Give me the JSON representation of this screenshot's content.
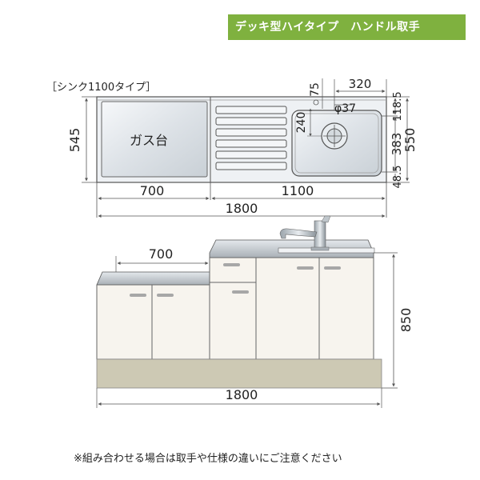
{
  "header": {
    "badge": "デッキ型ハイタイプ　ハンドル取手"
  },
  "top_view": {
    "title": "［シンク1100タイプ］",
    "gas_label": "ガス台",
    "dims": {
      "depth": "545",
      "gas_width": "700",
      "sink_width": "1100",
      "total_width": "1800",
      "bowl_width": "320",
      "back_offset": "75",
      "drain": "φ37",
      "drain_pos": "240",
      "right_top": "118.5",
      "right_mid": "383",
      "right_bot": "48.5",
      "right_total": "550"
    }
  },
  "front_view": {
    "dims": {
      "gas_width": "700",
      "height": "850",
      "total_width": "1800"
    }
  },
  "note": "※組み合わせる場合は取手や仕様の違いにご注意ください",
  "colors": {
    "badge": "#7fb13f",
    "cabinet": "#f7f4ee",
    "plinth": "#cdc9b4",
    "steel": "#dfe3e7"
  }
}
